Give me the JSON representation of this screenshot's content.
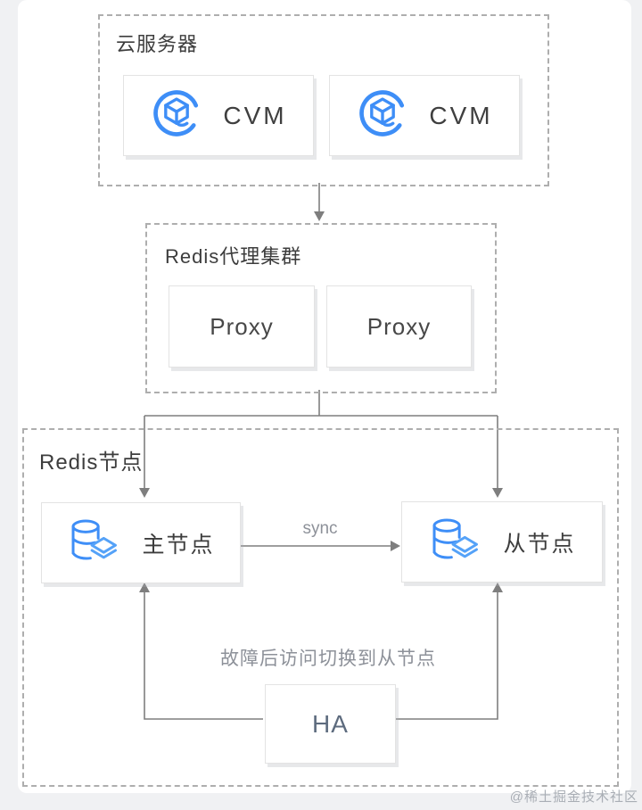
{
  "diagram": {
    "cloud": {
      "title": "云服务器",
      "nodes": [
        {
          "label": "CVM",
          "icon": "cvm-icon"
        },
        {
          "label": "CVM",
          "icon": "cvm-icon"
        }
      ]
    },
    "proxy": {
      "title": "Redis代理集群",
      "nodes": [
        {
          "label": "Proxy"
        },
        {
          "label": "Proxy"
        }
      ]
    },
    "redis": {
      "title": "Redis节点",
      "master": {
        "label": "主节点",
        "icon": "database-layers-icon"
      },
      "replica": {
        "label": "从节点",
        "icon": "database-layers-icon"
      },
      "sync_label": "sync",
      "failover_note": "故障后访问切换到从节点",
      "ha": {
        "label": "HA"
      }
    },
    "colors": {
      "icon_blue": "#3E8EF7",
      "icon_blue_light": "#55A2F8",
      "connector_gray": "#7E7E7E",
      "dashed_border_gray": "#AEAEAE",
      "note_gray": "#8D9199",
      "ha_text": "#5D6B7E"
    }
  },
  "watermark": "@稀土掘金技术社区"
}
